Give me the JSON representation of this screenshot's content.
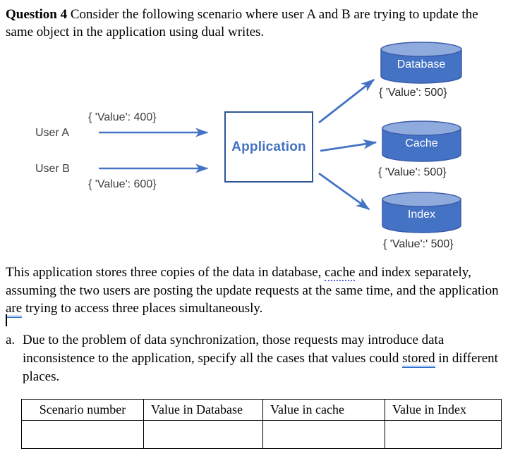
{
  "title": {
    "bold": "Question 4",
    "rest": " Consider the following scenario where user A and B are trying to update the",
    "line2": "same object in the application using dual writes."
  },
  "diagram": {
    "user_a": "User A",
    "user_b": "User B",
    "value_a": "{ 'Value': 400}",
    "value_b": "{ 'Value': 600}",
    "application": "Application",
    "database": {
      "label": "Database",
      "value": "{ 'Value': 500}"
    },
    "cache": {
      "label": "Cache",
      "value": "{ 'Value': 500}"
    },
    "index": {
      "label": "Index",
      "value": "{ 'Value':' 500}"
    },
    "colors": {
      "arrow": "#4472C4",
      "cylinder_body": "#4472C4",
      "cylinder_top": "#8FAADC",
      "cylinder_stroke": "#3A5BA9",
      "app_border": "#2F5597",
      "app_text": "#4472C4"
    }
  },
  "paragraph": {
    "p1a": "This application stores three copies of the data in database, ",
    "p1b": "cache",
    "p1c": " and index separately, assuming the two users are posting the update requests at the same time, and the application ",
    "p2a": "are",
    "p2b": " trying to access three places simultaneously."
  },
  "item_a": {
    "marker": "a.",
    "l1a": "Due to the problem of data synchronization, those requests may introduce data inconsistence to the application, specify all the cases that values could ",
    "l1b": "stored",
    "l1c": " in different places."
  },
  "table": {
    "headers": [
      "Scenario number",
      "Value in Database",
      "Value in cache",
      "Value in Index"
    ]
  }
}
